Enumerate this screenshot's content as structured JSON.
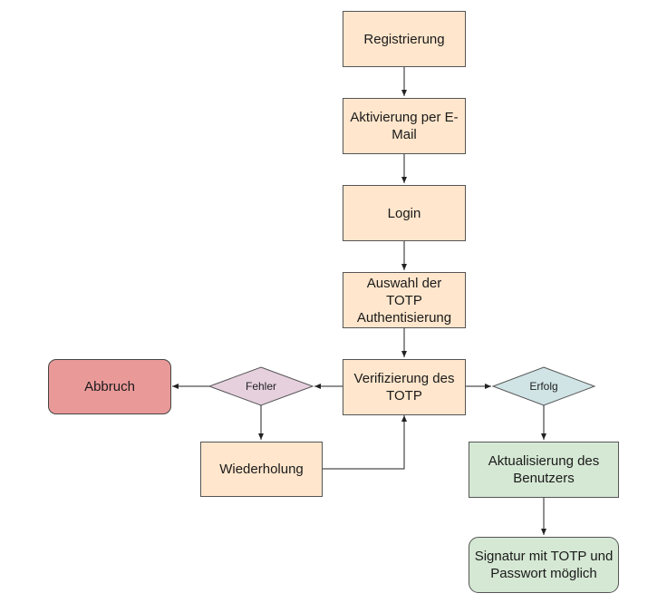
{
  "nodes": {
    "registrierung": "Registrierung",
    "aktivierung": "Aktivierung per E-Mail",
    "login": "Login",
    "auswahl": "Auswahl der TOTP Authentisierung",
    "verifizierung": "Verifizierung des TOTP",
    "fehler": "Fehler",
    "erfolg": "Erfolg",
    "abbruch": "Abbruch",
    "wiederholung": "Wiederholung",
    "aktualisierung": "Aktualisierung des Benutzers",
    "signatur": "Signatur mit TOTP und Passwort möglich"
  },
  "colors": {
    "process": "#ffe6cc",
    "success": "#d5e8d4",
    "abort": "#ea9999",
    "error_decision": "#e6d0de",
    "success_decision": "#d0e4e6",
    "edge": "#222222"
  }
}
